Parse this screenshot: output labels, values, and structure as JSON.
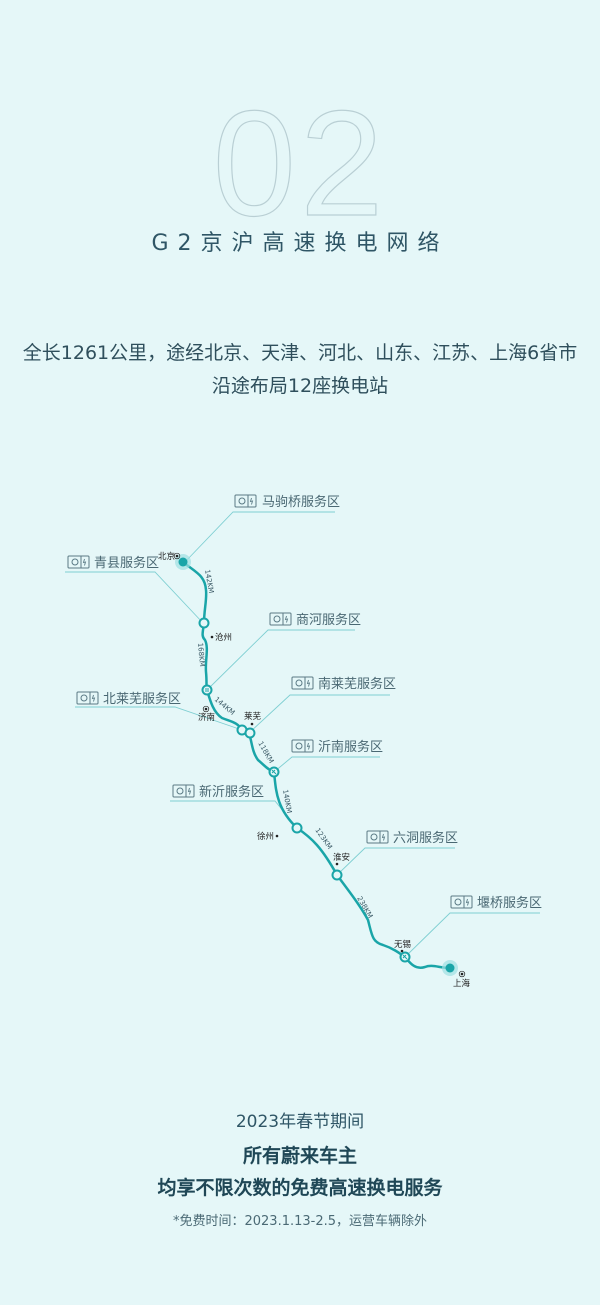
{
  "header": {
    "number": "02",
    "title": "G2京沪高速换电网络"
  },
  "description": {
    "line1": "全长1261公里，途经北京、天津、河北、山东、江苏、上海6省市",
    "line2": "沿途布局12座换电站"
  },
  "map": {
    "route_color": "#1aa5a8",
    "stations": [
      {
        "name": "马驹桥服务区"
      },
      {
        "name": "青县服务区"
      },
      {
        "name": "商河服务区"
      },
      {
        "name": "北莱芜服务区"
      },
      {
        "name": "南莱芜服务区"
      },
      {
        "name": "沂南服务区"
      },
      {
        "name": "新沂服务区"
      },
      {
        "name": "六洞服务区"
      },
      {
        "name": "堰桥服务区"
      }
    ],
    "cities": [
      {
        "name": "北京"
      },
      {
        "name": "沧州"
      },
      {
        "name": "济南"
      },
      {
        "name": "莱芜"
      },
      {
        "name": "徐州"
      },
      {
        "name": "淮安"
      },
      {
        "name": "无锡"
      },
      {
        "name": "上海"
      }
    ],
    "distances": [
      "142KM",
      "168KM",
      "144KM",
      "118KM",
      "140KM",
      "123KM",
      "238KM"
    ],
    "icon": "battery-swap-icon"
  },
  "footer": {
    "line1": "2023年春节期间",
    "line2": "所有蔚来车主",
    "line3": "均享不限次数的免费高速换电服务",
    "note": "*免费时间：2023.1.13-2.5，运营车辆除外"
  }
}
